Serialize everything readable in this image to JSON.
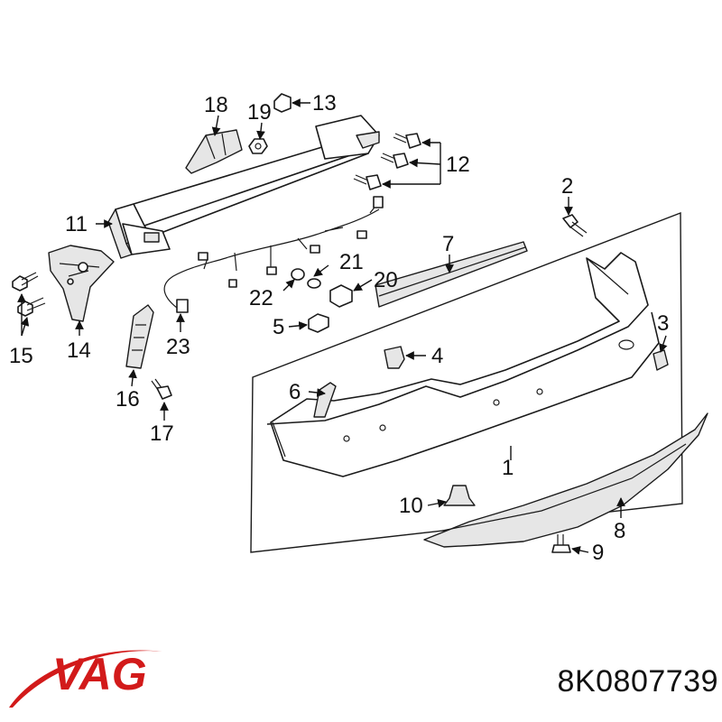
{
  "brand": {
    "logo_text": "VAG",
    "logo_color": "#d21a1a"
  },
  "part_number": "8K0807739",
  "callouts": [
    "1",
    "2",
    "3",
    "4",
    "5",
    "6",
    "7",
    "8",
    "9",
    "10",
    "11",
    "12",
    "13",
    "14",
    "15",
    "16",
    "17",
    "18",
    "19",
    "20",
    "21",
    "22",
    "23"
  ]
}
